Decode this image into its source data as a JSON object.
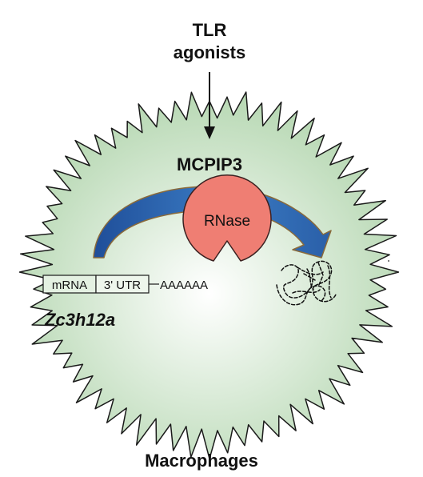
{
  "labels": {
    "stimulus_line1": "TLR",
    "stimulus_line2": "agonists",
    "protein": "MCPIP3",
    "enzyme": "RNase",
    "mrna_box": "mRNA",
    "utr_box": "3' UTR",
    "polya_tail": "AAAAAA",
    "gene": "Zc3h12a",
    "cell": "Macrophages"
  },
  "colors": {
    "cell_fill_center": "#ffffff",
    "cell_fill_edge": "#b7d8b3",
    "cell_outline": "#1a1a1a",
    "arrow_fill_dark": "#1f4e99",
    "arrow_fill_light": "#3b7cc4",
    "arrow_outline": "#8a6a3a",
    "rnase_fill": "#ef7e73",
    "rnase_outline": "#3a2020",
    "text": "#111111"
  },
  "icons": {
    "degraded_rna": "tangled-dashed-coil-icon",
    "enzyme_shape": "pacman-icon"
  }
}
